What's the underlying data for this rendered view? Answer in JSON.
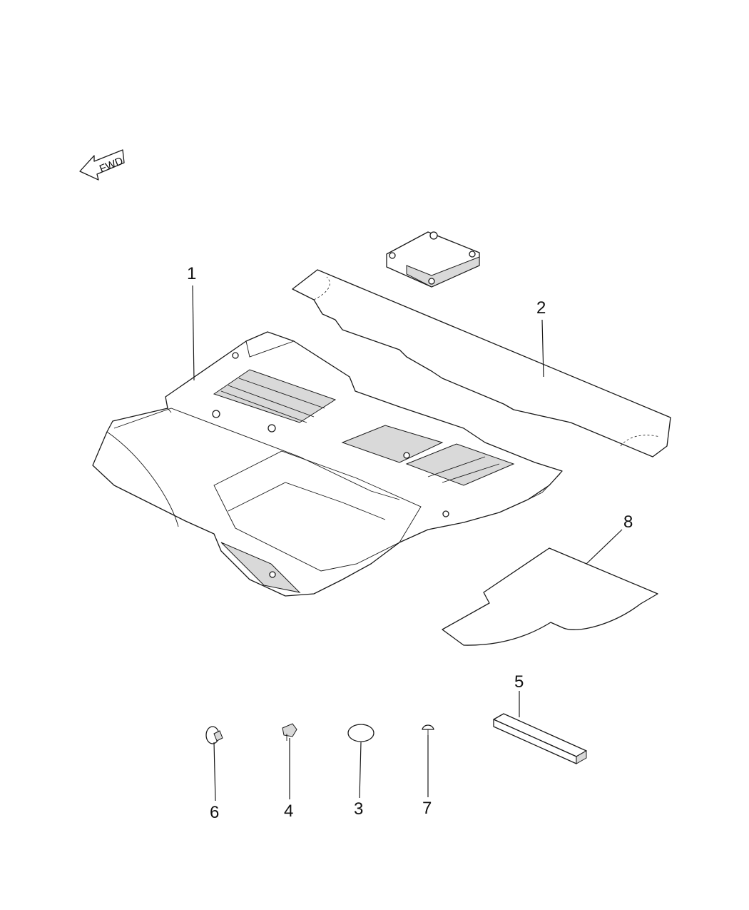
{
  "orientation": {
    "fwd_label": "FWD",
    "icon": "fwd-arrow-icon"
  },
  "callouts": [
    {
      "id": "1",
      "label": "1"
    },
    {
      "id": "2",
      "label": "2"
    },
    {
      "id": "3",
      "label": "3"
    },
    {
      "id": "4",
      "label": "4"
    },
    {
      "id": "5",
      "label": "5"
    },
    {
      "id": "6",
      "label": "6"
    },
    {
      "id": "7",
      "label": "7"
    },
    {
      "id": "8",
      "label": "8"
    }
  ],
  "colors": {
    "line": "#1a1a1a",
    "background": "#ffffff"
  }
}
